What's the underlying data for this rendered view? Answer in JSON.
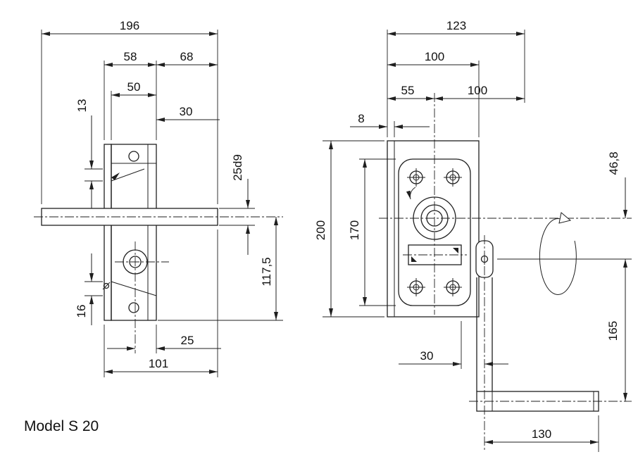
{
  "title": "Model S 20",
  "drawing": {
    "side_view": {
      "len_196": "196",
      "w_58": "58",
      "w_68": "68",
      "w_50": "50",
      "off_30": "30",
      "tab_13": "13",
      "shaft_dia": "25d9",
      "h_117_5": "117,5",
      "tab_16": "16",
      "off_25": "25",
      "w_101": "101"
    },
    "front_view": {
      "w_123": "123",
      "w_100_top": "100",
      "w_55": "55",
      "w_100": "100",
      "flange_8": "8",
      "h_200": "200",
      "h_170": "170",
      "off_46_8": "46,8",
      "crank_165": "165",
      "off_30": "30",
      "handle_130": "130"
    }
  }
}
